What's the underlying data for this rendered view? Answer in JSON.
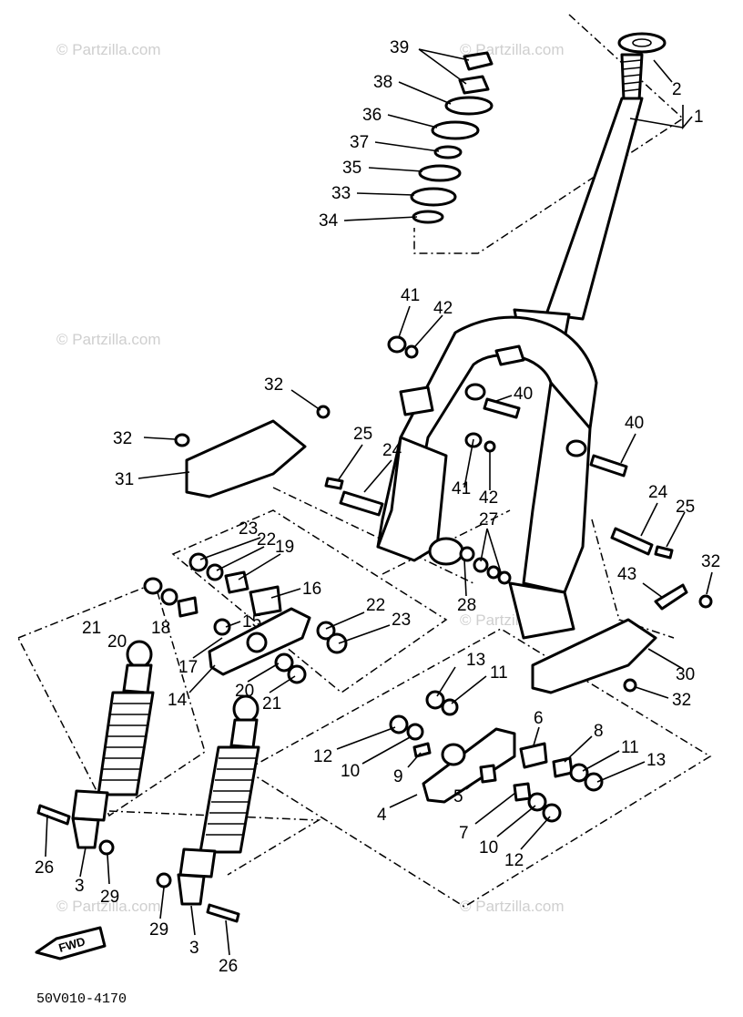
{
  "watermark": "© Partzilla.com",
  "diagram_code": "50V010-4170",
  "fwd_label": "FWD",
  "callouts": [
    "1",
    "2",
    "3",
    "3",
    "4",
    "5",
    "6",
    "7",
    "8",
    "9",
    "10",
    "10",
    "11",
    "11",
    "12",
    "12",
    "13",
    "13",
    "14",
    "15",
    "16",
    "17",
    "18",
    "19",
    "20",
    "20",
    "21",
    "21",
    "22",
    "22",
    "23",
    "23",
    "24",
    "24",
    "25",
    "25",
    "26",
    "26",
    "27",
    "28",
    "29",
    "29",
    "30",
    "31",
    "32",
    "32",
    "32",
    "32",
    "33",
    "34",
    "35",
    "36",
    "37",
    "38",
    "39",
    "40",
    "40",
    "41",
    "41",
    "42",
    "42",
    "43"
  ]
}
